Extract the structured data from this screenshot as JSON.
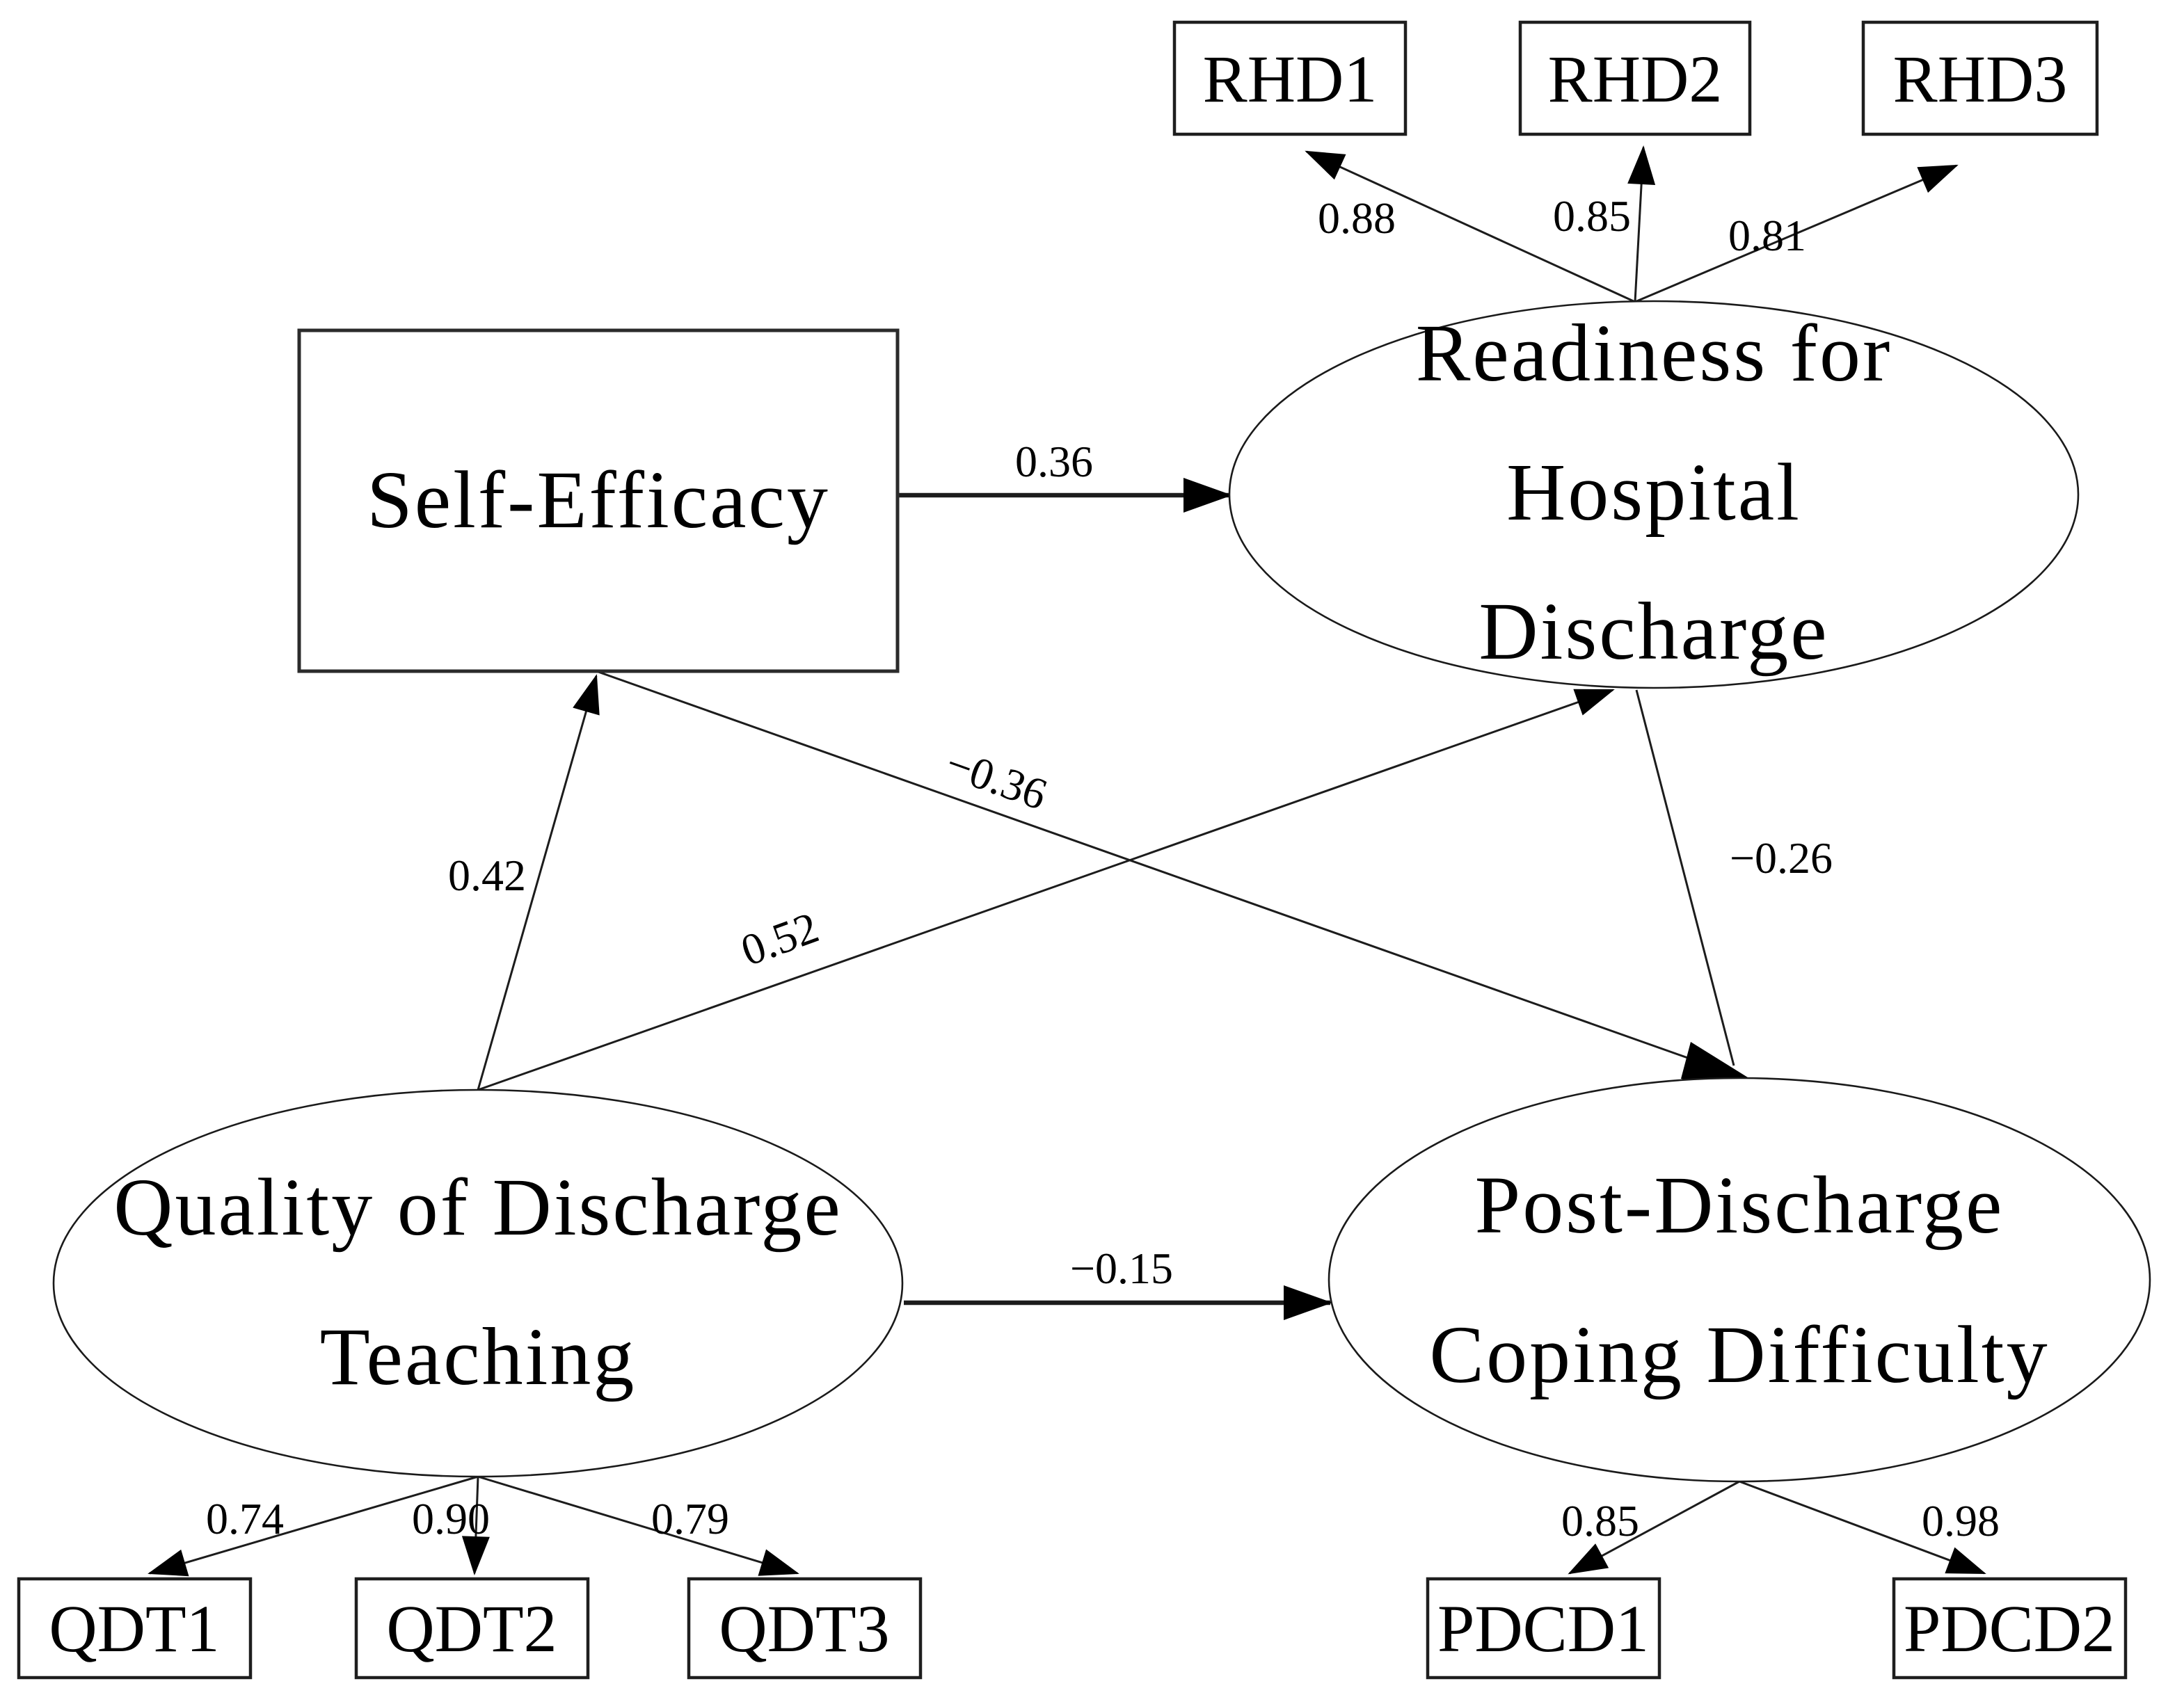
{
  "diagram": {
    "type": "structural-equation-model-path-diagram",
    "background": "#ffffff",
    "line_color": "#1c1c1c",
    "text_color": "#000000",
    "latent_nodes": {
      "self_efficacy": {
        "shape": "rectangle",
        "label": "Self-Efficacy"
      },
      "readiness": {
        "shape": "ellipse",
        "label": "Readiness for Hospital Discharge",
        "lines": [
          "Readiness for",
          "Hospital",
          "Discharge"
        ]
      },
      "qdt": {
        "shape": "ellipse",
        "label": "Quality of Discharge Teaching",
        "lines": [
          "Quality of Discharge",
          "Teaching"
        ]
      },
      "pdcd": {
        "shape": "ellipse",
        "label": "Post-Discharge Coping Difficulty",
        "lines": [
          "Post-Discharge",
          "Coping Difficulty"
        ]
      }
    },
    "paths": {
      "se_to_readiness": {
        "from": "Self-Efficacy",
        "to": "Readiness for Hospital Discharge",
        "coefficient": "0.36"
      },
      "qdt_to_se": {
        "from": "Quality of Discharge Teaching",
        "to": "Self-Efficacy",
        "coefficient": "0.42"
      },
      "qdt_to_readiness": {
        "from": "Quality of Discharge Teaching",
        "to": "Readiness for Hospital Discharge",
        "coefficient": "0.52"
      },
      "se_to_pdcd": {
        "from": "Self-Efficacy",
        "to": "Post-Discharge Coping Difficulty",
        "coefficient": "−0.36"
      },
      "readiness_to_pdcd": {
        "from": "Readiness for Hospital Discharge",
        "to": "Post-Discharge Coping Difficulty",
        "coefficient": "−0.26"
      },
      "qdt_to_pdcd": {
        "from": "Quality of Discharge Teaching",
        "to": "Post-Discharge Coping Difficulty",
        "coefficient": "−0.15"
      }
    },
    "indicators": {
      "readiness": [
        {
          "label": "RHD1",
          "loading": "0.88"
        },
        {
          "label": "RHD2",
          "loading": "0.85"
        },
        {
          "label": "RHD3",
          "loading": "0.81"
        }
      ],
      "qdt": [
        {
          "label": "QDT1",
          "loading": "0.74"
        },
        {
          "label": "QDT2",
          "loading": "0.90"
        },
        {
          "label": "QDT3",
          "loading": "0.79"
        }
      ],
      "pdcd": [
        {
          "label": "PDCD1",
          "loading": "0.85"
        },
        {
          "label": "PDCD2",
          "loading": "0.98"
        }
      ]
    }
  }
}
